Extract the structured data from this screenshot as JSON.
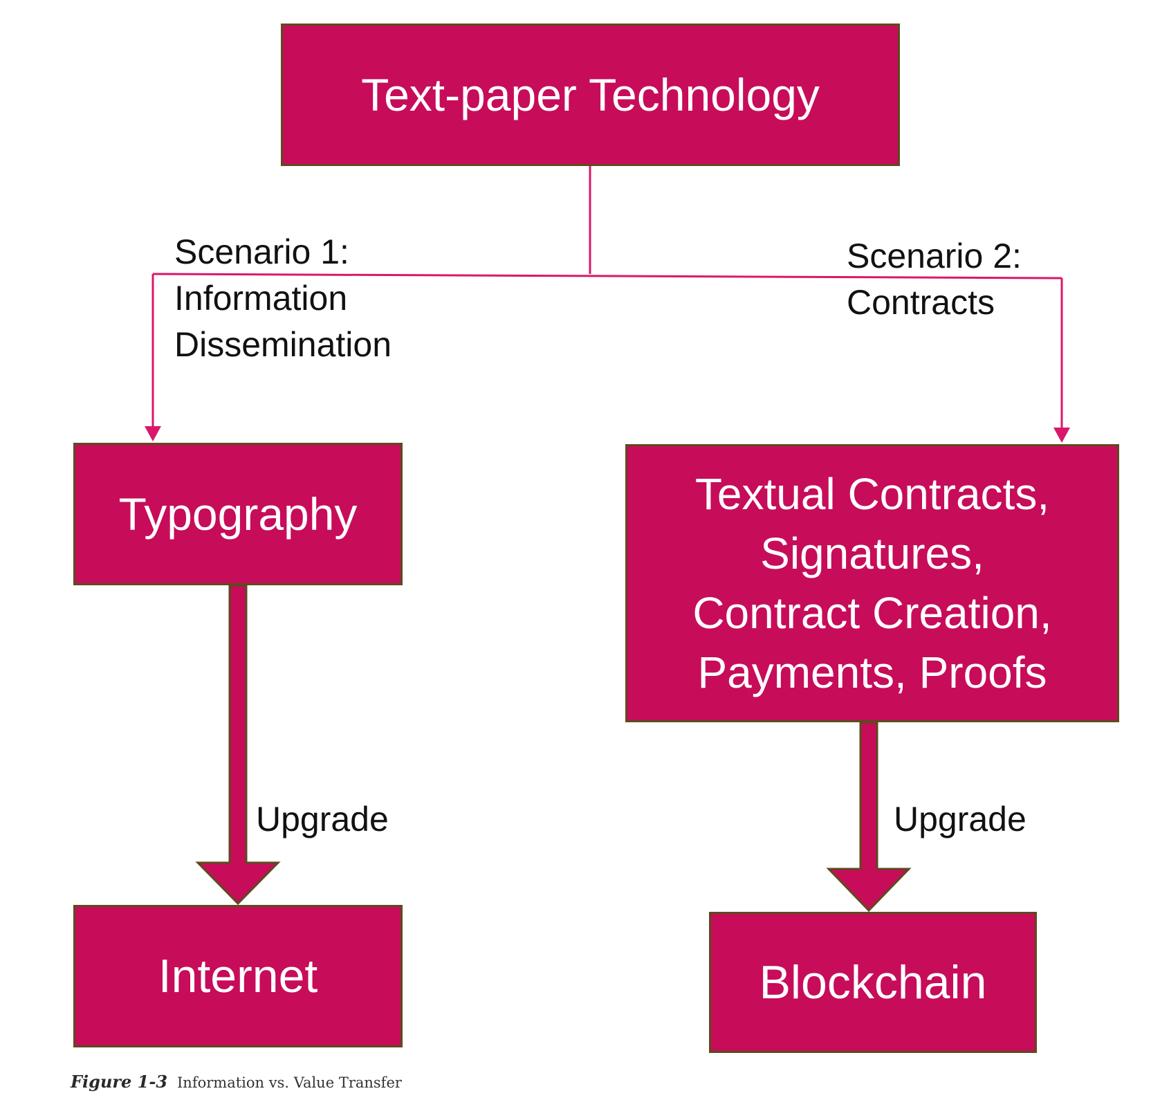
{
  "diagram": {
    "top_box": "Text-paper Technology",
    "scenario1_label": "Scenario 1:\nInformation\nDissemination",
    "scenario2_label": "Scenario 2:\nContracts",
    "left_box": "Typography",
    "right_box_lines": [
      "Textual Contracts,",
      "Signatures,",
      "Contract Creation,",
      "Payments, Proofs"
    ],
    "left_upgrade_label": "Upgrade",
    "right_upgrade_label": "Upgrade",
    "left_bottom_box": "Internet",
    "right_bottom_box": "Blockchain"
  },
  "caption": {
    "number": "Figure 1-3",
    "text": "Information vs. Value Transfer"
  },
  "colors": {
    "box_fill": "#c70c5a",
    "box_border": "#5e4a1f",
    "connector": "#d9186a"
  }
}
